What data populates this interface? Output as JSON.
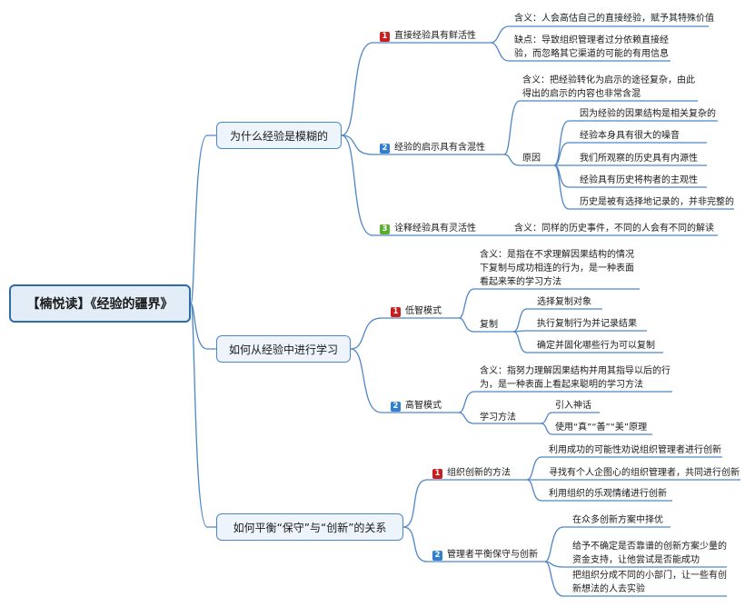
{
  "colors": {
    "red": "#c8201e",
    "blue": "#2f80d1",
    "green": "#5aaf2e",
    "line": "#4f86c6"
  },
  "root": "【楠悦读】《经验的疆界》",
  "b1": {
    "title": "为什么经验是模糊的",
    "s1": {
      "num": "1",
      "label": "直接经验具有鲜活性",
      "l1": "含义：人会高估自己的直接经验，赋予其特殊价值",
      "l2": "缺点：导致组织管理者过分依赖直接经验，而忽略其它渠道的可能的有用信息"
    },
    "s2": {
      "num": "2",
      "label": "经验的启示具有含混性",
      "l1": "含义：把经验转化为启示的途径复杂，由此得出的启示的内容也非常含混",
      "reason": "原因",
      "r": [
        "因为经验的因果结构是相关复杂的",
        "经验本身具有很大的噪音",
        "我们所观察的历史具有内源性",
        "经验具有历史将构者的主观性",
        "历史是被有选择地记录的，并非完整的"
      ]
    },
    "s3": {
      "num": "3",
      "label": "诠释经验具有灵活性",
      "l1": "含义：同样的历史事件，不同的人会有不同的解读"
    }
  },
  "b2": {
    "title": "如何从经验中进行学习",
    "s1": {
      "num": "1",
      "label": "低智模式",
      "l1": "含义：是指在不求理解因果结构的情况下复制与成功相连的行为，是一种表面看起来笨的学习方法",
      "copy": "复制",
      "c": [
        "选择复制对象",
        "执行复制行为并记录结果",
        "确定并固化哪些行为可以复制"
      ]
    },
    "s2": {
      "num": "2",
      "label": "高智模式",
      "l1": "含义：指努力理解因果结构并用其指导以后的行为，是一种表面上看起来聪明的学习方法",
      "method": "学习方法",
      "m": [
        "引入神话",
        "使用“真”“善”“美”原理"
      ]
    }
  },
  "b3": {
    "title": "如何平衡“保守”与“创新”的关系",
    "s1": {
      "num": "1",
      "label": "组织创新的方法",
      "i": [
        "利用成功的可能性劝说组织管理者进行创新",
        "寻找有个人企图心的组织管理者，共同进行创新",
        "利用组织的乐观情绪进行创新"
      ]
    },
    "s2": {
      "num": "2",
      "label": "管理者平衡保守与创新",
      "i": [
        "在众多创新方案中择优",
        "给予不确定是否靠谱的创新方案少量的资金支持，让他尝试是否能成功",
        "把组织分成不同的小部门，让一些有创新想法的人去实验"
      ]
    }
  }
}
